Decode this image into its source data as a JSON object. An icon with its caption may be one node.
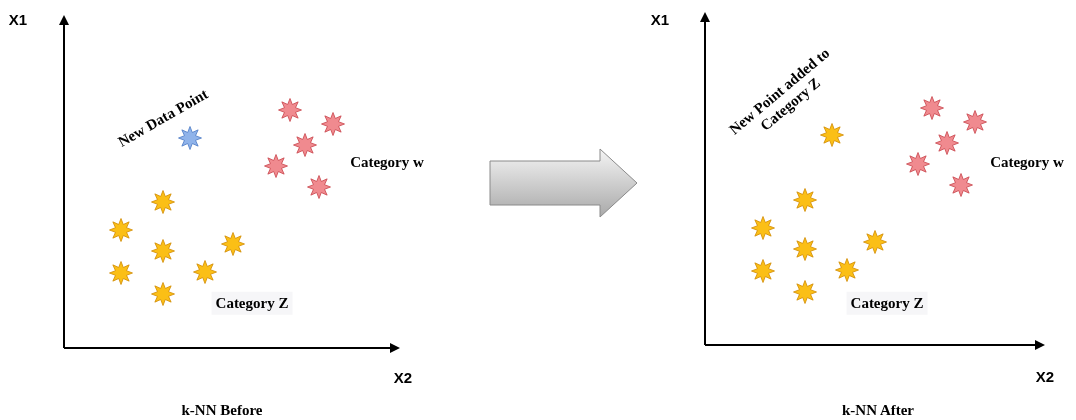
{
  "diagram": {
    "nodes": [
      {
        "text": [
          "k-NN Before"
        ]
      },
      {
        "text": [
          "k-NN After"
        ]
      }
    ],
    "edges": [
      {
        "from": 0,
        "to": 1,
        "arrow": "to",
        "style": "thick"
      }
    ],
    "labels": [
      "X1",
      "X2",
      "New Data Point",
      "Category w",
      "Category Z",
      "X1",
      "X2",
      "New Point added to Category Z",
      "Category w",
      "Category Z"
    ]
  }
}
